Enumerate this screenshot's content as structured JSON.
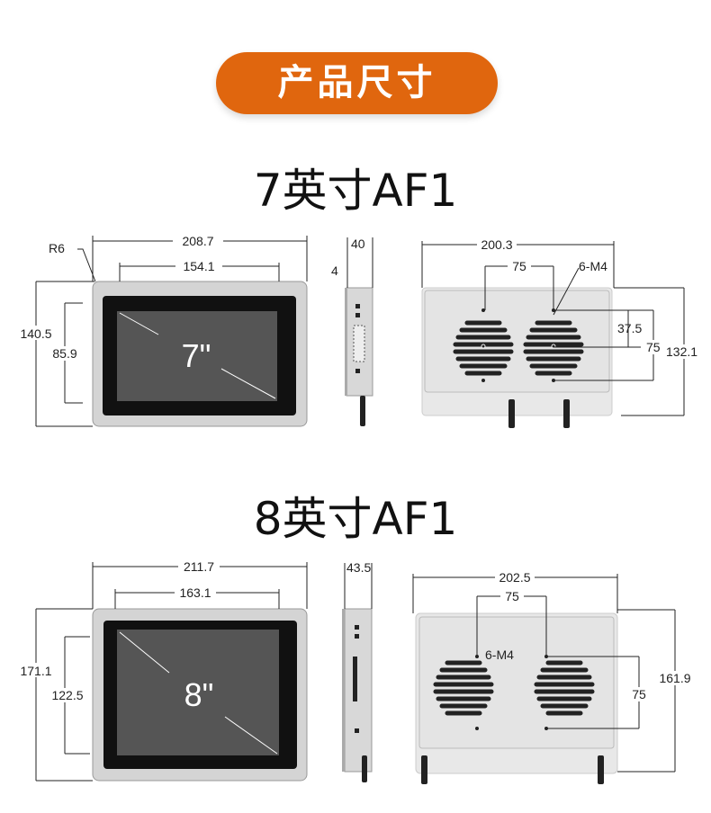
{
  "header": {
    "title": "产品尺寸"
  },
  "accent_color": "#e0660e",
  "models": [
    {
      "title": "7英寸AF1",
      "screen_label": "7\"",
      "front": {
        "width": "208.7",
        "display_width": "154.1",
        "height": "140.5",
        "display_height": "85.9",
        "corner_radius": "R6"
      },
      "side": {
        "depth": "40",
        "bezel": "4"
      },
      "back": {
        "width": "200.3",
        "vesa_h": "75",
        "screws": "6-M4",
        "vesa_half": "37.5",
        "vesa_v": "75",
        "height": "132.1"
      }
    },
    {
      "title": "8英寸AF1",
      "screen_label": "8\"",
      "front": {
        "width": "211.7",
        "display_width": "163.1",
        "height": "171.1",
        "display_height": "122.5"
      },
      "side": {
        "depth": "43.5"
      },
      "back": {
        "width": "202.5",
        "vesa_h": "75",
        "screws": "6-M4",
        "vesa_v": "75",
        "height": "161.9"
      }
    }
  ]
}
